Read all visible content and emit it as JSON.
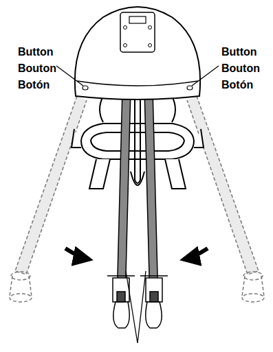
{
  "diagram": {
    "labels": [
      "Button",
      "Bouton",
      "Botón",
      "Button",
      "Bouton",
      "Botón"
    ]
  }
}
